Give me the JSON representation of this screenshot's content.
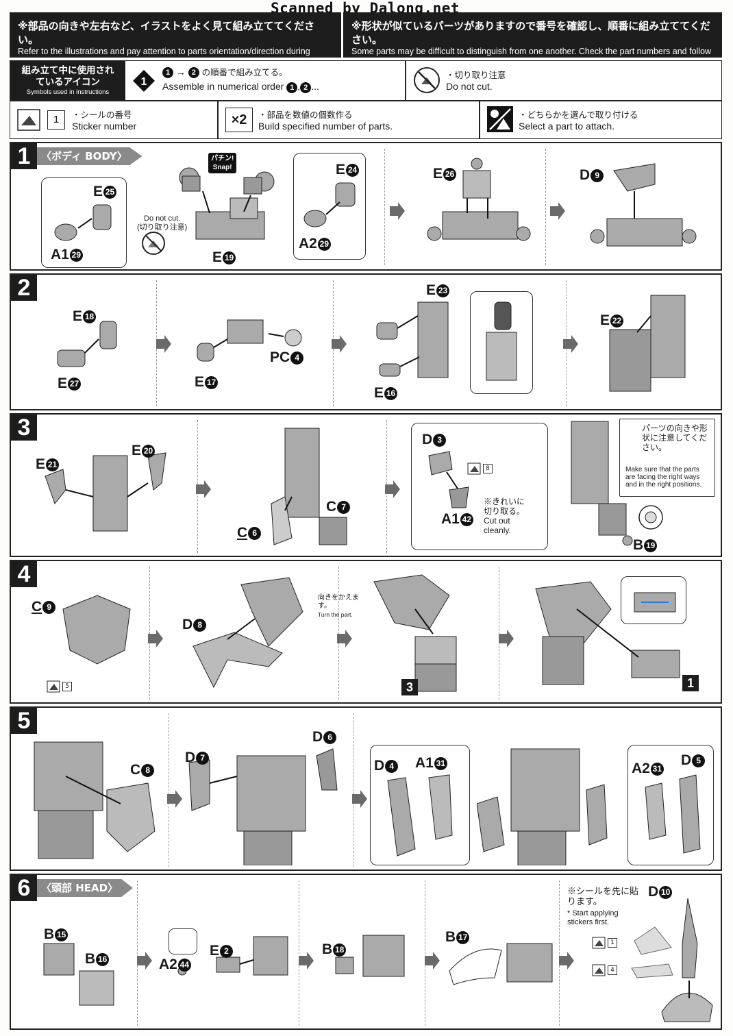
{
  "watermark": "Scanned by Dalong.net",
  "header": {
    "left_jp": "※部品の向きや左右など、イラストをよく見て組み立ててください。",
    "left_en": "Refer to the illustrations and pay attention to parts orientation/direction during assembly.",
    "right_jp": "※形状が似ているパーツがありますので番号を確認し、順番に組み立ててください。",
    "right_en": "Some parts may be difficult to distinguish from one another. Check the part numbers and follow the assembly order."
  },
  "symbols": {
    "title_jp": "組み立て中に使用されているアイコン",
    "title_en": "Symbols used in instructions",
    "order_jp": "の順番で組み立てる。",
    "order_en": "Assemble in numerical order",
    "order_tail": "...",
    "nocut_jp": "・切り取り注意",
    "nocut_en": "Do not cut.",
    "sticker_box": "1",
    "sticker_jp": "・シールの番号",
    "sticker_en": "Sticker number",
    "times": "×2",
    "times_jp": "・部品を数値の個数作る",
    "times_en": "Build specified number of parts.",
    "select_jp": "・どちらかを選んで取り付ける",
    "select_en": "Select a part to attach."
  },
  "steps": [
    {
      "num": "1",
      "label": "〈ボディ BODY〉",
      "parts": [
        {
          "letter": "E",
          "no": "25"
        },
        {
          "letter": "A1",
          "no": "29"
        },
        {
          "letter": "E",
          "no": "19"
        },
        {
          "letter": "E",
          "no": "24"
        },
        {
          "letter": "A2",
          "no": "29"
        },
        {
          "letter": "E",
          "no": "26"
        },
        {
          "letter": "D",
          "no": "9"
        }
      ],
      "snap_jp": "パチン!",
      "snap_en": "Snap!",
      "nocut_en": "Do not cut.",
      "nocut_jp": "(切り取り注意)"
    },
    {
      "num": "2",
      "label": "",
      "parts": [
        {
          "letter": "E",
          "no": "18"
        },
        {
          "letter": "E",
          "no": "27"
        },
        {
          "letter": "E",
          "no": "17"
        },
        {
          "letter": "PC",
          "no": "4"
        },
        {
          "letter": "E",
          "no": "23"
        },
        {
          "letter": "E",
          "no": "16"
        },
        {
          "letter": "E",
          "no": "22"
        }
      ]
    },
    {
      "num": "3",
      "label": "",
      "parts": [
        {
          "letter": "E",
          "no": "21"
        },
        {
          "letter": "E",
          "no": "20"
        },
        {
          "letter": "C",
          "no": "6"
        },
        {
          "letter": "C",
          "no": "7"
        },
        {
          "letter": "D",
          "no": "3"
        },
        {
          "letter": "A1",
          "no": "42"
        },
        {
          "letter": "B",
          "no": "19"
        }
      ],
      "sticker": "8",
      "cut_jp": "※きれいに切り取る。",
      "cut_en": "Cut out cleanly.",
      "face_jp": "パーツの向きや形状に注意してください。",
      "face_en": "Make sure that the parts are facing the right ways and in the right positions."
    },
    {
      "num": "4",
      "label": "",
      "parts": [
        {
          "letter": "C",
          "no": "9"
        },
        {
          "letter": "D",
          "no": "8"
        }
      ],
      "sticker": "5",
      "turn_jp": "向きをかえます。",
      "turn_en": "Turn the part.",
      "refs": [
        "3",
        "1"
      ]
    },
    {
      "num": "5",
      "label": "",
      "parts": [
        {
          "letter": "C",
          "no": "8"
        },
        {
          "letter": "D",
          "no": "7"
        },
        {
          "letter": "D",
          "no": "6"
        },
        {
          "letter": "D",
          "no": "4"
        },
        {
          "letter": "A1",
          "no": "31"
        },
        {
          "letter": "A2",
          "no": "31"
        },
        {
          "letter": "D",
          "no": "5"
        }
      ]
    },
    {
      "num": "6",
      "label": "〈頭部 HEAD〉",
      "parts": [
        {
          "letter": "B",
          "no": "15"
        },
        {
          "letter": "B",
          "no": "16"
        },
        {
          "letter": "A2",
          "no": "44"
        },
        {
          "letter": "E",
          "no": "2"
        },
        {
          "letter": "B",
          "no": "18"
        },
        {
          "letter": "B",
          "no": "17"
        },
        {
          "letter": "D",
          "no": "10"
        }
      ],
      "sticker_first_jp": "※シールを先に貼ります。",
      "sticker_first_en": "* Start applying stickers first.",
      "stickers": [
        "1",
        "4"
      ]
    }
  ],
  "colors": {
    "ink": "#1d1d1d",
    "part_fill": "#a9a9a9",
    "part_dark": "#6e6e6e",
    "label_bg": "#8a8a8a"
  }
}
